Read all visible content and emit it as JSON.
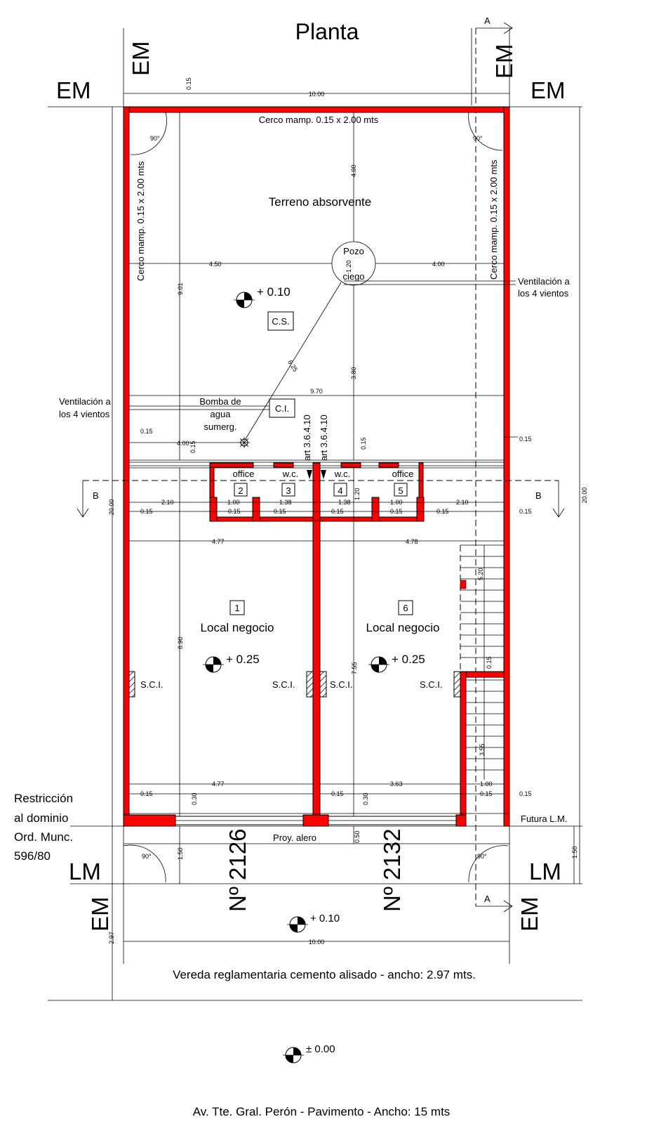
{
  "title": "Planta",
  "section_markers": {
    "a": "A",
    "b": "B"
  },
  "boundary_labels": {
    "em": "EM",
    "lm": "LM"
  },
  "areas": {
    "yard": "Terreno absorvente",
    "pit_label_1": "Pozo",
    "pit_label_2": "ciego",
    "fence_top": "Cerco mamp. 0.15 x 2.00 mts",
    "fence_left": "Cerco mamp. 0.15 x 2.00 mts",
    "fence_right": "Cerco mamp. 0.15 x 2.00 mts",
    "ventilation_right_1": "Ventilación a",
    "ventilation_right_2": "los 4 vientos",
    "ventilation_left_1": "Ventilación a",
    "ventilation_left_2": "los 4 vientos",
    "cs": "C.S.",
    "ci": "C.I.",
    "pump_1": "Bomba de",
    "pump_2": "agua",
    "pump_3": "sumerg.",
    "art_1": "art 3.6.4.10",
    "art_2": "art 3.6.4.10",
    "office": "office",
    "wc": "w.c.",
    "room_numbers": [
      "1",
      "2",
      "3",
      "4",
      "5",
      "6"
    ],
    "local": "Local negocio",
    "sci": "S.C.I.",
    "restriction": [
      "Restricción",
      "al dominio",
      "Ord. Munc.",
      "596/80"
    ],
    "future_lm": "Futura L.M.",
    "eave": "Proy. alero",
    "street_number_left": "Nº 2126",
    "street_number_right": "Nº 2132",
    "sidewalk": "Vereda reglamentaria cemento alisado - ancho: 2.97 mts.",
    "avenue": "Av. Tte. Gral. Perón - Pavimento - Ancho: 15 mts"
  },
  "levels": {
    "yard": "+ 0.10",
    "local_left": "+ 0.25",
    "local_right": "+ 0.25",
    "sidewalk": "+ 0.10",
    "street": "± 0.00"
  },
  "dimensions": {
    "top_width": "10.00",
    "top_wall": "0.15",
    "pit_left": "4.50",
    "pit_right": "4.00",
    "pit_top": "4.00",
    "pit_diameter": "1.20",
    "pit_diag": "6.25",
    "yard_depth": "9.01",
    "pit_down": "3.80",
    "inner_width": "9.70",
    "wall_left": "0.15",
    "pump_offset": "4.00",
    "wall_mid": "0.15",
    "wall_mid2": "0.15",
    "wall_right": "0.15",
    "core_left": "2.10",
    "core_right": "2.10",
    "core_w1": "1.00",
    "core_w2": "1.38",
    "core_w3": "1.38",
    "core_w4": "1.00",
    "core_h": "1.20",
    "core_walls": [
      "0.15",
      "0.15",
      "0.15",
      "0.15",
      "0.15",
      "0.15",
      "0.15",
      "0.15"
    ],
    "local_left_w": "4.77",
    "local_right_w": "4.78",
    "local_depth": "8.90",
    "local_depth2": "7.55",
    "stair_len": "5.20",
    "stair_top": "0.15",
    "stair_mid": "3.55",
    "bottom_left_w": "4.77",
    "bottom_mid_w": "3.63",
    "stair_w": "1.00",
    "bottom_walls": [
      "0.15",
      "0.15",
      "0.15",
      "0.15"
    ],
    "bottom_30a": "0.30",
    "bottom_30b": "0.30",
    "alero": "0.50",
    "setback_left": "1.50",
    "setback_right": "1.50",
    "bottom_width": "10.00",
    "total_depth": "20.00",
    "total_depth_right": "20.00",
    "sidewalk_w": "2.97",
    "angle": "90°"
  }
}
